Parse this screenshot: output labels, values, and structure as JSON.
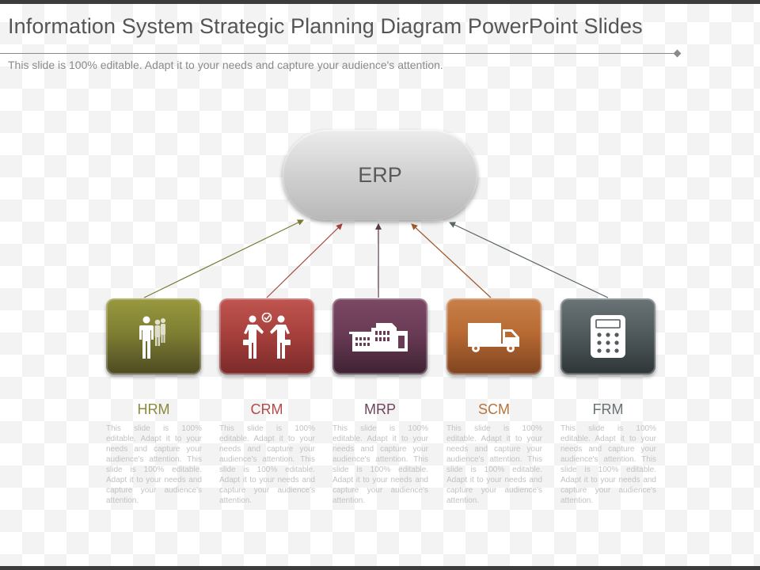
{
  "slide": {
    "title": "Information System Strategic Planning Diagram PowerPoint Slides",
    "subtitle": "This slide is 100% editable. Adapt it to your needs and capture your audience's attention."
  },
  "hub": {
    "label": "ERP",
    "color": "#c9c9c9"
  },
  "modules": [
    {
      "label": "HRM",
      "color": "#7a7a2e",
      "label_color": "#8c8a3a",
      "icon": "people-group-icon",
      "description": "This slide is 100% editable. Adapt it to your needs and capture your audience's attention. This slide is 100% editable. Adapt it to your needs and capture your audience's attention."
    },
    {
      "label": "CRM",
      "color": "#a8413d",
      "label_color": "#b24a45",
      "icon": "handshake-deal-icon",
      "description": "This slide is 100% editable. Adapt it to your needs and capture your audience's attention. This slide is 100% editable. Adapt it to your needs and capture your audience's attention."
    },
    {
      "label": "MRP",
      "color": "#6a3b55",
      "label_color": "#6e4660",
      "icon": "factory-building-icon",
      "description": "This slide is 100% editable. Adapt it to your needs and capture your audience's attention. This slide is 100% editable. Adapt it to your needs and capture your audience's attention."
    },
    {
      "label": "SCM",
      "color": "#b86a33",
      "label_color": "#b9733a",
      "icon": "delivery-truck-icon",
      "description": "This slide is 100% editable. Adapt it to your needs and capture your audience's attention. This slide is 100% editable. Adapt it to your needs and capture your audience's attention."
    },
    {
      "label": "FRM",
      "color": "#515b5e",
      "label_color": "#687376",
      "icon": "calculator-icon",
      "description": "This slide is 100% editable. Adapt it to your needs and capture your audience's attention. This slide is 100% editable. Adapt it to your needs and capture your audience's attention."
    }
  ]
}
